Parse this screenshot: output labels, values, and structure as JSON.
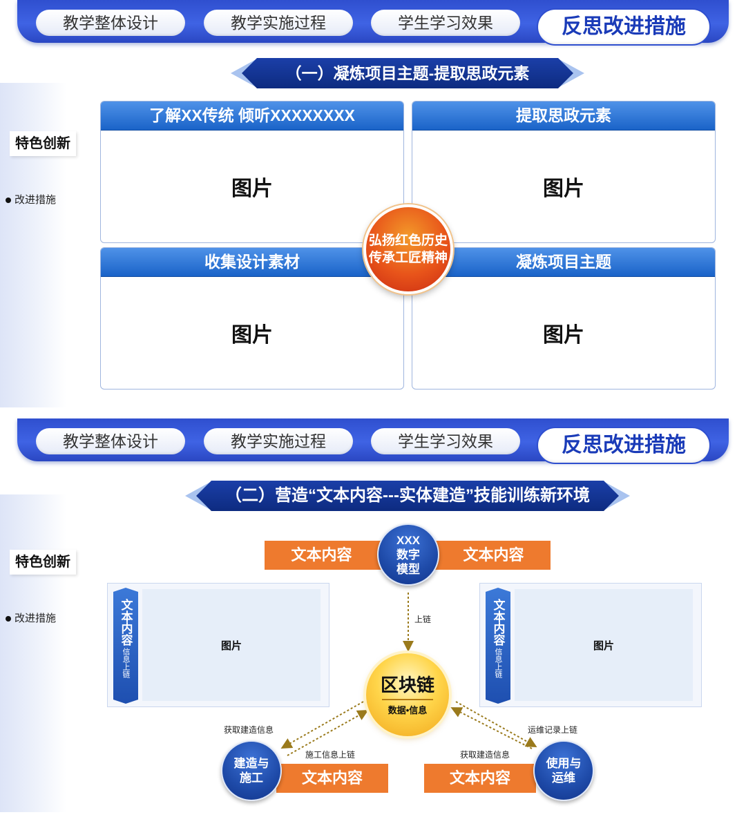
{
  "nav": {
    "tabs": [
      "教学整体设计",
      "教学实施过程",
      "学生学习效果"
    ],
    "active_tab": "反思改进措施"
  },
  "sidebar": {
    "label": "特色创新",
    "item": "改进措施"
  },
  "section1": {
    "ribbon": "（一）凝炼项目主题-提取思政元素",
    "cards": [
      {
        "title": "了解XX传统  倾听XXXXXXXX",
        "image": "图片"
      },
      {
        "title": "提取思政元素",
        "image": "图片"
      },
      {
        "title": "收集设计素材",
        "image": "图片"
      },
      {
        "title": "凝炼项目主题",
        "image": "图片"
      }
    ],
    "center": {
      "line1": "弘扬红色历史",
      "line2": "传承工匠精神"
    }
  },
  "section2": {
    "ribbon": "（二）营造“文本内容---实体建造”技能训练新环境",
    "top_left_bar": "文本内容",
    "top_right_bar": "文本内容",
    "top_circle": {
      "l1": "XXX",
      "l2": "数字",
      "l3": "模型"
    },
    "left_panel": {
      "tag": "文本内容",
      "tag_small": "信息上链",
      "image": "图片"
    },
    "right_panel": {
      "tag": "文本内容",
      "tag_small": "信息上链",
      "image": "图片"
    },
    "chain": {
      "title": "区块链",
      "sub": "数据•信息"
    },
    "bottom_left_circle": {
      "l1": "建造与",
      "l2": "施工"
    },
    "bottom_right_circle": {
      "l1": "使用与",
      "l2": "运维"
    },
    "bottom_left_bar": "文本内容",
    "bottom_right_bar": "文本内容",
    "labels": {
      "up": "上链",
      "get_left": "获取建造信息",
      "construct_up": "施工信息上链",
      "get_right": "获取建造信息",
      "ops_up": "运维记录上链"
    }
  }
}
